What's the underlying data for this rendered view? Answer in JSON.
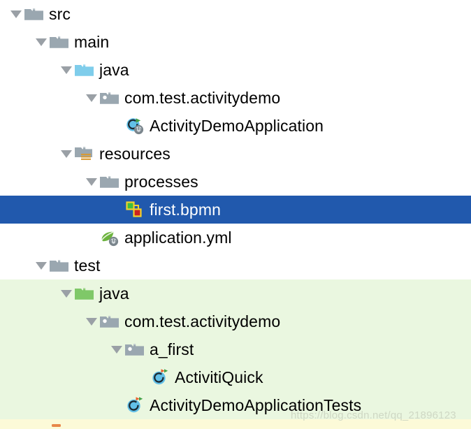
{
  "window": {
    "title": "Project tool window - activitydemo project tree",
    "background": "#ffffff",
    "selection_color": "#2159ad",
    "test_scope_color": "#eaf7e0",
    "resource_scope_color": "#fcfad8"
  },
  "watermark": {
    "text": "https://blog.csdn.net/qq_21896123"
  },
  "tree": {
    "rows": [
      {
        "label": "src",
        "icon": "folder-icon",
        "depth": 0,
        "expanded": true,
        "selected": false,
        "background": "none"
      },
      {
        "label": "main",
        "icon": "folder-icon",
        "depth": 1,
        "expanded": true,
        "selected": false,
        "background": "none"
      },
      {
        "label": "java",
        "icon": "source-root-folder-icon",
        "depth": 2,
        "expanded": true,
        "selected": false,
        "background": "none"
      },
      {
        "label": "com.test.activitydemo",
        "icon": "package-icon",
        "depth": 3,
        "expanded": true,
        "selected": false,
        "background": "none"
      },
      {
        "label": "ActivityDemoApplication",
        "icon": "spring-boot-class-icon",
        "depth": 4,
        "expanded": false,
        "selected": false,
        "background": "none"
      },
      {
        "label": "resources",
        "icon": "resources-folder-icon",
        "depth": 2,
        "expanded": true,
        "selected": false,
        "background": "none"
      },
      {
        "label": "processes",
        "icon": "folder-icon",
        "depth": 3,
        "expanded": true,
        "selected": false,
        "background": "none"
      },
      {
        "label": "first.bpmn",
        "icon": "bpmn-file-icon",
        "depth": 4,
        "expanded": false,
        "selected": true,
        "background": "selection"
      },
      {
        "label": "application.yml",
        "icon": "spring-yaml-icon",
        "depth": 3,
        "expanded": false,
        "selected": false,
        "background": "none"
      },
      {
        "label": "test",
        "icon": "folder-icon",
        "depth": 1,
        "expanded": true,
        "selected": false,
        "background": "none"
      },
      {
        "label": "java",
        "icon": "test-root-folder-icon",
        "depth": 2,
        "expanded": true,
        "selected": false,
        "background": "test"
      },
      {
        "label": "com.test.activitydemo",
        "icon": "package-icon",
        "depth": 3,
        "expanded": true,
        "selected": false,
        "background": "test"
      },
      {
        "label": "a_first",
        "icon": "package-icon",
        "depth": 4,
        "expanded": true,
        "selected": false,
        "background": "test"
      },
      {
        "label": "ActivitiQuick",
        "icon": "test-class-icon",
        "depth": 5,
        "expanded": false,
        "selected": false,
        "background": "test"
      },
      {
        "label": "ActivityDemoApplicationTests",
        "icon": "test-class-icon",
        "depth": 4,
        "expanded": false,
        "selected": false,
        "background": "test"
      },
      {
        "label": "",
        "icon": "partial-resources-icon",
        "depth": 1,
        "expanded": false,
        "selected": false,
        "background": "yellow"
      }
    ]
  },
  "icon_colors": {
    "folder_gray": "#9aa7b0",
    "source_root_blue": "#7fcdeb",
    "test_root_green": "#7fc868",
    "package_gray": "#9aa7b0",
    "resource_orange": "#d89a36",
    "spring_green": "#6cb33e",
    "class_blue": "#62c0e8",
    "bpmn_green": "#3fbf3f",
    "bpmn_red": "#cc2222",
    "arrow_green": "#43a047",
    "arrow_orange": "#e8602c",
    "badge_gray": "#7a858c"
  }
}
